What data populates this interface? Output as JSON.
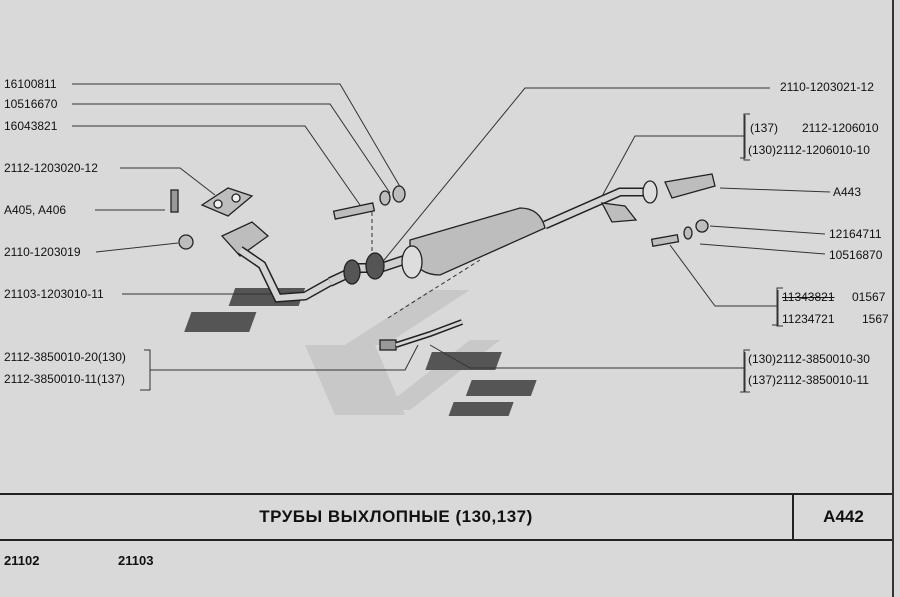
{
  "labels": {
    "p16100811": "16100811",
    "p10516670": "10516670",
    "p16043821": "16043821",
    "p2112_1203020_12": "2112-1203020-12",
    "pA405_A406": "A405, A406",
    "p2110_1203019": "2110-1203019",
    "p21103_1203010_11": "21103-1203010-11",
    "p2112_3850010_20": "2112-3850010-20(130)",
    "p2112_3850010_11": "2112-3850010-11(137)",
    "p2110_1203021_12": "2110-1203021-12",
    "p137_2112_1206010_a": "(137)",
    "p137_2112_1206010_b": "2112-1206010",
    "p130_2112_1206010_10": "(130)2112-1206010-10",
    "pA443": "A443",
    "p12164711": "12164711",
    "p10516870": "10516870",
    "p11343821": "11343821",
    "p01567": "01567",
    "p11234721": "11234721",
    "p1567": "1567",
    "p130_2112_3850010_30": "(130)2112-3850010-30",
    "p137_2112_3850010_11": "(137)2112-3850010-11"
  },
  "title": {
    "text": "ТРУБЫ  ВЫХЛОПНЫЕ (130,137)",
    "code": "A442"
  },
  "models": [
    "21102",
    "21103"
  ],
  "colors": {
    "background": "#d9d9d9",
    "line": "#333333",
    "part_fill": "#bdbdbd",
    "logo_dark": "#555555",
    "logo_light": "#c8c8c8"
  }
}
